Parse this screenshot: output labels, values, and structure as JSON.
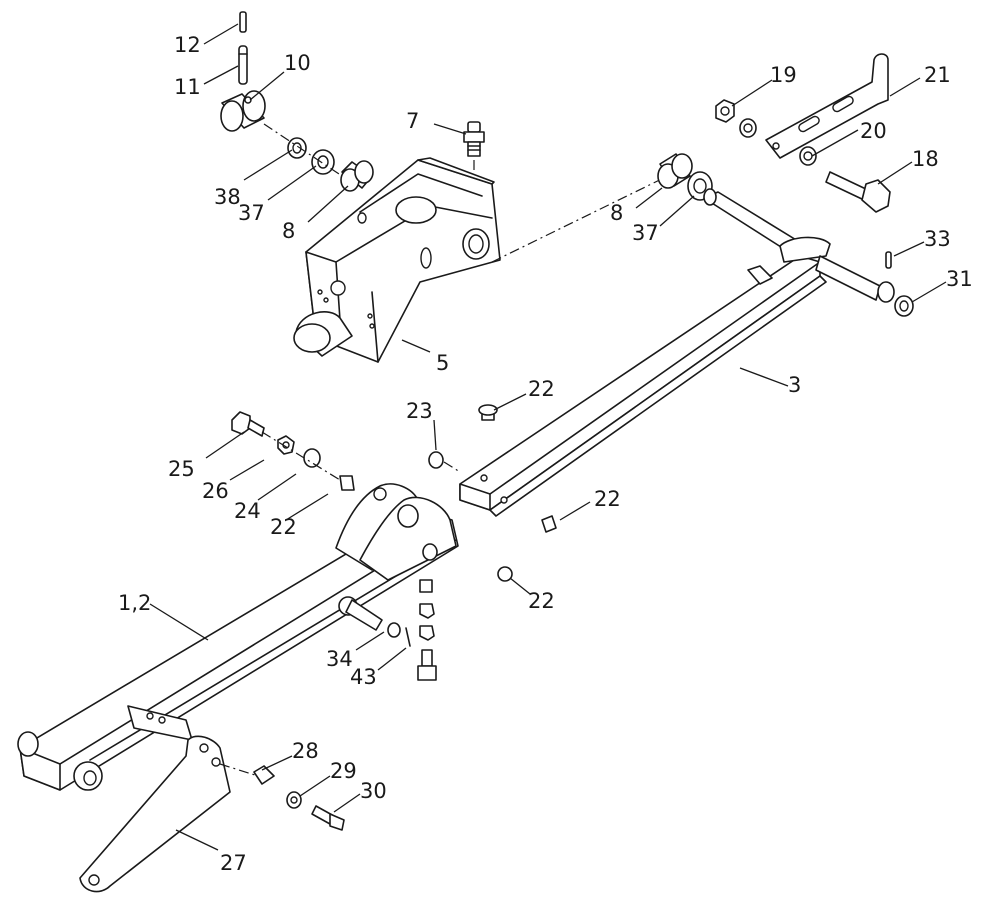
{
  "callouts": {
    "c12": "12",
    "c11": "11",
    "c10": "10",
    "c7": "7",
    "c38": "38",
    "c37a": "37",
    "c8a": "8",
    "c5": "5",
    "c19": "19",
    "c21": "21",
    "c20": "20",
    "c18": "18",
    "c8b": "8",
    "c37b": "37",
    "c33": "33",
    "c31": "31",
    "c3": "3",
    "c23": "23",
    "c22a": "22",
    "c22b": "22",
    "c25": "25",
    "c26": "26",
    "c24": "24",
    "c22c": "22",
    "c22d": "22",
    "c12x": "1,2",
    "c34": "34",
    "c43": "43",
    "c28": "28",
    "c29": "29",
    "c30": "30",
    "c27": "27"
  },
  "colors": {
    "ink": "#1a1a1a",
    "paper": "#ffffff"
  }
}
